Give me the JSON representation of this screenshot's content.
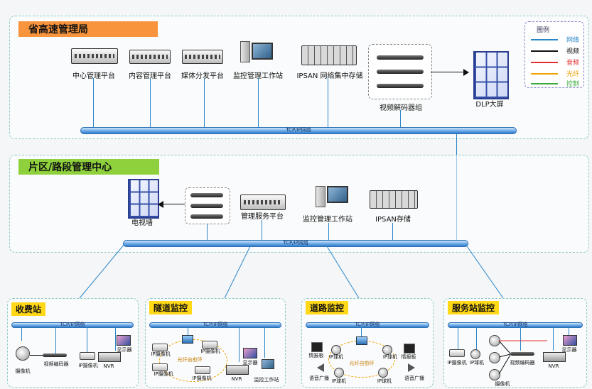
{
  "provincial": {
    "title": "省高速管理局",
    "devices": [
      "中心管理平台",
      "内容管理平台",
      "媒体分发平台",
      "监控管理工作站",
      "IPSAN 网络集中存储",
      "视频解码器组",
      "DLP大屏"
    ],
    "bus_label": "TCP/IP网络"
  },
  "legend": {
    "title": "图例",
    "items": [
      {
        "label": "网络",
        "color": "#2b86c8"
      },
      {
        "label": "视频",
        "color": "#111111"
      },
      {
        "label": "音频",
        "color": "#e03030"
      },
      {
        "label": "光纤",
        "color": "#f2a300"
      },
      {
        "label": "控制",
        "color": "#3aaa3a"
      }
    ]
  },
  "district": {
    "title": "片区/路段管理中心",
    "devices": [
      "电视墙",
      "管理服务平台",
      "监控管理工作站",
      "IPSAN存储"
    ],
    "bus_label": "TCP/IP网络"
  },
  "toll": {
    "title": "收费站",
    "bus_label": "TCP/IP网络",
    "labels": [
      "摄像机",
      "视频编码器",
      "IP摄像机",
      "NVR",
      "显示器"
    ]
  },
  "tunnel": {
    "title": "隧道监控",
    "bus_label": "TCP/IP网络",
    "labels": [
      "IP摄像机",
      "IP摄像机",
      "光纤自愈环",
      "IP摄像机",
      "IP摄像机",
      "显示器",
      "NVR",
      "监控工作站"
    ]
  },
  "road": {
    "title": "道路监控",
    "bus_label": "TCP/IP网络",
    "labels": [
      "情报板",
      "IP球机",
      "IP球机",
      "情报板",
      "光纤自愈环",
      "语音广播",
      "IP球机",
      "IP球机",
      "语音广播"
    ]
  },
  "service": {
    "title": "服务站监控",
    "bus_label": "TCP/IP网络",
    "labels": [
      "IP摄像机",
      "IP球机",
      "视频编码器",
      "显示器",
      "NVR",
      "摄像机"
    ]
  }
}
